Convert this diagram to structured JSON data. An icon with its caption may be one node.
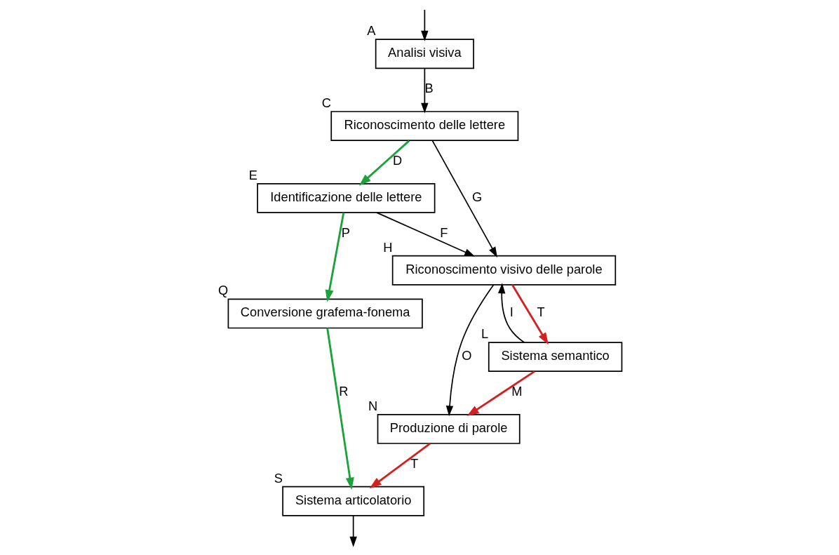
{
  "diagram": {
    "nodes": [
      {
        "text": [
          "Analisi visiva"
        ],
        "beside": [
          "A"
        ]
      },
      {
        "text": [
          "Riconoscimento delle lettere"
        ],
        "beside": [
          "C"
        ]
      },
      {
        "text": [
          "Identificazione delle lettere"
        ],
        "beside": [
          "E"
        ]
      },
      {
        "text": [
          "Riconoscimento visivo delle parole"
        ],
        "beside": [
          "H"
        ]
      },
      {
        "text": [
          "Sistema semantico"
        ],
        "beside": [
          "L"
        ]
      },
      {
        "text": [
          "Conversione grafema-fonema"
        ],
        "beside": [
          "Q"
        ]
      },
      {
        "text": [
          "Produzione di parole"
        ],
        "beside": [
          "N"
        ]
      },
      {
        "text": [
          "Sistema articolatorio"
        ],
        "beside": [
          "S"
        ]
      }
    ],
    "edges": [
      {
        "from": null,
        "to": 0,
        "arrow": "to"
      },
      {
        "from": 0,
        "to": 1,
        "arrow": "to",
        "label": "B"
      },
      {
        "from": 1,
        "to": 2,
        "arrow": "to",
        "label": "D",
        "color": "#1aa33a"
      },
      {
        "from": 1,
        "to": 3,
        "arrow": "to",
        "label": "G"
      },
      {
        "from": 2,
        "to": 3,
        "arrow": "to",
        "label": "F"
      },
      {
        "from": 4,
        "to": 3,
        "arrow": "to",
        "label": "I"
      },
      {
        "from": 3,
        "to": 4,
        "arrow": "to",
        "label": "T",
        "color": "#d42020"
      },
      {
        "from": 2,
        "to": 5,
        "arrow": "to",
        "label": "P",
        "color": "#1aa33a"
      },
      {
        "from": 4,
        "to": 6,
        "arrow": "to",
        "label": "M",
        "color": "#d42020"
      },
      {
        "from": 3,
        "to": 6,
        "arrow": "to",
        "label": "O"
      },
      {
        "from": 6,
        "to": 7,
        "arrow": "to",
        "label": "T",
        "color": "#d42020"
      },
      {
        "from": 5,
        "to": 7,
        "arrow": "to",
        "label": "R",
        "color": "#1aa33a"
      },
      {
        "from": 7,
        "to": null,
        "arrow": "to"
      }
    ]
  }
}
